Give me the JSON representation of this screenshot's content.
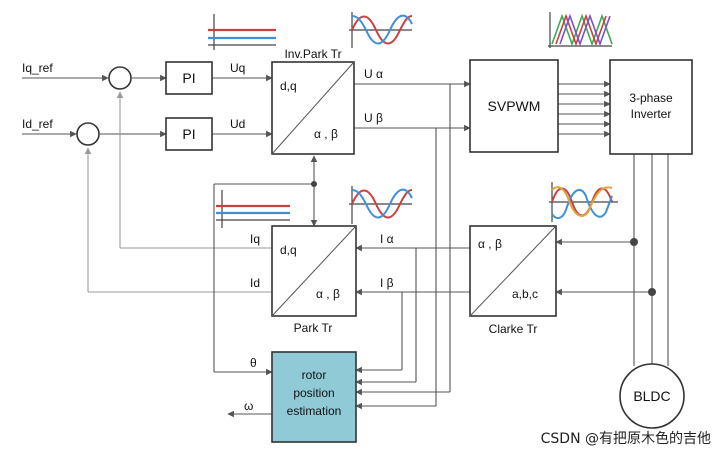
{
  "inputs": {
    "iq_ref": "Iq_ref",
    "id_ref": "Id_ref"
  },
  "blocks": {
    "pi_q": "PI",
    "pi_d": "PI",
    "inv_park": {
      "title": "Inv.Park Tr",
      "in_label": "d,q",
      "out_label": "α , β"
    },
    "svpwm": "SVPWM",
    "inverter": [
      "3-phase",
      "Inverter"
    ],
    "park": {
      "title": "Park Tr",
      "in_label": "d,q",
      "out_label": "α , β"
    },
    "clarke": {
      "title": "Clarke Tr",
      "in_label": "α , β",
      "out_label": "a,b,c"
    },
    "rotor": [
      "rotor",
      "position",
      "estimation"
    ],
    "motor": "BLDC"
  },
  "signals": {
    "uq": "Uq",
    "ud": "Ud",
    "u_alpha": "U α",
    "u_beta": "U β",
    "iq": "Iq",
    "id": "Id",
    "i_alpha": "I α",
    "i_beta": "I β",
    "theta": "θ",
    "omega": "ω"
  },
  "colors": {
    "rotor_fill": "#8fcad6",
    "wave_red": "#c9413f",
    "wave_blue": "#3f8fd6",
    "wave_green": "#3faa55",
    "wave_orange": "#e2a33b"
  },
  "watermark": "CSDN @有把原木色的吉他"
}
